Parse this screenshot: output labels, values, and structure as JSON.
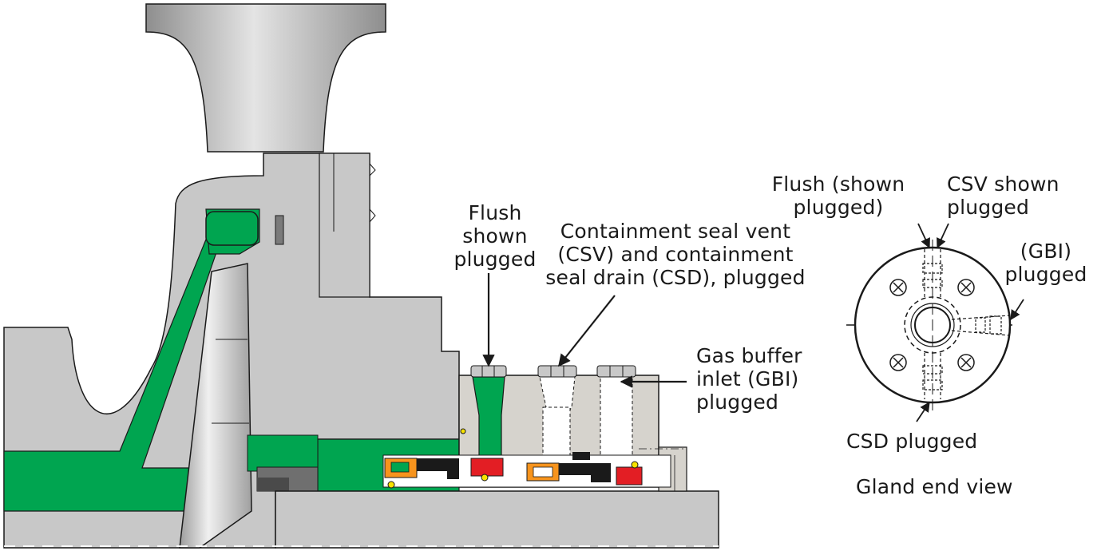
{
  "labels": {
    "flush_main": [
      "Flush",
      "shown",
      "plugged"
    ],
    "csv_csd": [
      "Containment seal vent",
      "(CSV) and containment",
      "seal drain (CSD), plugged"
    ],
    "gbi_main": [
      "Gas buffer",
      "inlet (GBI)",
      "plugged"
    ],
    "flush_end": [
      "Flush (shown",
      "plugged)"
    ],
    "csv_end": [
      "CSV shown",
      "plugged"
    ],
    "gbi_end": [
      "(GBI)",
      "plugged"
    ],
    "csd_end": "CSD plugged",
    "gland_view": "Gland end view"
  },
  "colors": {
    "steel": "#c8c8c8",
    "steel_dark": "#9a9a9a",
    "green": "#00a550",
    "gland": "#d6d3cd",
    "red": "#e31e24",
    "orange": "#f7941d",
    "black": "#1a1a1a"
  }
}
